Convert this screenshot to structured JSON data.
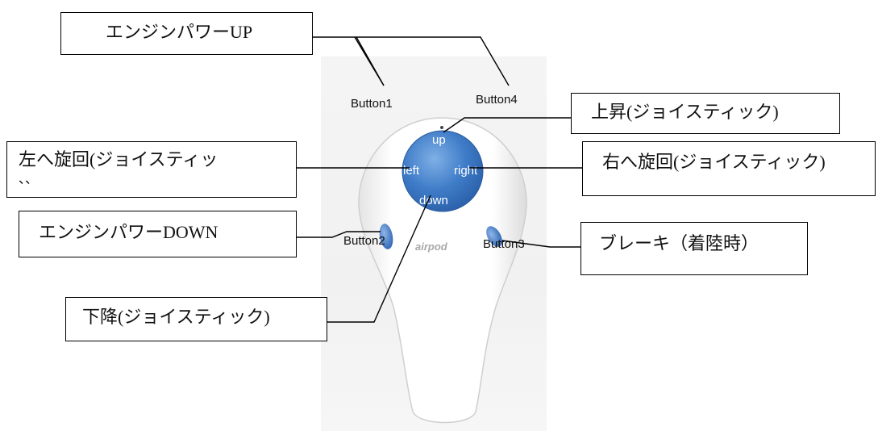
{
  "labels": {
    "engine_up": "エンジンパワーUP",
    "rise": "上昇(ジョイスティック)",
    "turn_left": "左へ旋回(ジョイスティッ",
    "turn_left_overflow": "、、",
    "turn_right": "右へ旋回(ジョイスティック)",
    "engine_down": "エンジンパワーDOWN",
    "brake": "ブレーキ（着陸時）",
    "descend": "下降(ジョイスティック)"
  },
  "remote": {
    "button1": "Button1",
    "button2": "Button2",
    "button3": "Button3",
    "button4": "Button4",
    "pad_up": "up",
    "pad_left": "left",
    "pad_right": "right",
    "pad_down": "down",
    "logo": "airpod"
  },
  "colors": {
    "pad_blue": "#3a78c4",
    "pad_blue_light": "#6fa3de",
    "button_blue": "#4a7fc8",
    "remote_body": "#ffffff"
  }
}
